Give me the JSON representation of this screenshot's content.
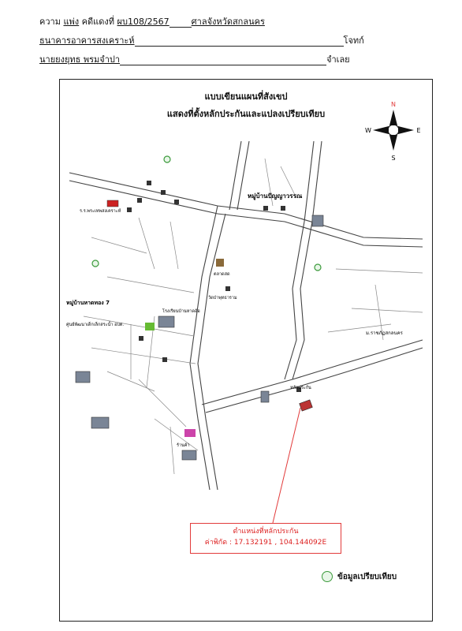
{
  "header": {
    "line1": {
      "prefix": "ความ ",
      "case_type": "แพ่ง",
      "mid": " คดีแดงที่ ",
      "case_no": "ผบ108/2567",
      "court": "ศาลจังหวัดสกลนคร"
    },
    "line2": {
      "plaintiff": "ธนาคารอาคารสงเคราะห์",
      "role": "โจทก์"
    },
    "line3": {
      "defendant": "นายยงยุทธ พรมจำปา",
      "role": "จำเลย"
    }
  },
  "map": {
    "title1": "แบบเขียนแผนที่สังเขป",
    "title2": "แสดงที่ตั้งหลักประกันและแปลงเปรียบเทียบ",
    "compass": {
      "n": "N",
      "s": "S",
      "e": "E",
      "w": "W"
    },
    "labels": {
      "village_north": "หมู่บ้านปัญญาวรรณ",
      "village_west": "หมู่บ้านหาดทอง 7",
      "school": "ร.ร.พระเทพสงเคราะห์",
      "center": "ศูนย์พัฒนาเด็กเล็กสระน้ำ อบต.",
      "hospital": "โรงเรียนบ้านหาดอ้อ",
      "market": "ตลาดสด",
      "temple": "วัดป่าพุทธาราม",
      "east_label": "ม.ราชภัฏสกลนคร",
      "collateral": "หลักประกัน",
      "store": "ร้านค้า"
    },
    "callout": {
      "title": "ตำแหน่งที่หลักประกัน",
      "coords": "ค่าพิกัด : 17.132191 , 104.144092E"
    },
    "legend": {
      "label": "ข้อมูลเปรียบเทียบ"
    },
    "colors": {
      "road": "#555555",
      "red": "#e23b3b",
      "green": "#3b9a3b"
    }
  }
}
